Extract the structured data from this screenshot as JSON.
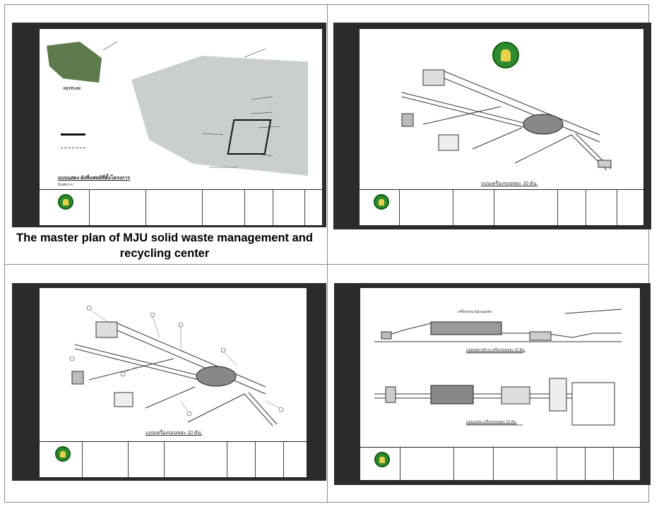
{
  "caption": "The master plan of MJU solid waste management and recycling center",
  "panels": [
    {
      "keyplan_label": "KEYPLAN",
      "title": "แบบแสดง ผังที่แพทย์ที่ตั้งโครงการ",
      "scale": "Scale n.o"
    },
    {
      "title": "แบบเครื่องร่อนขยะ 10 ตัน."
    },
    {
      "title": "แบบเครื่องร่อนขยะ 10 ตัน."
    },
    {
      "title_top": "แปลนขยายด้าน เครื่องร่อนขยะ 10 ตัน.",
      "title_bottom": "แบบแปลน เครื่องร่อนขยะ 10 ตัน.",
      "label": "เครื่องร่อน ขุมเบญจพร"
    }
  ]
}
